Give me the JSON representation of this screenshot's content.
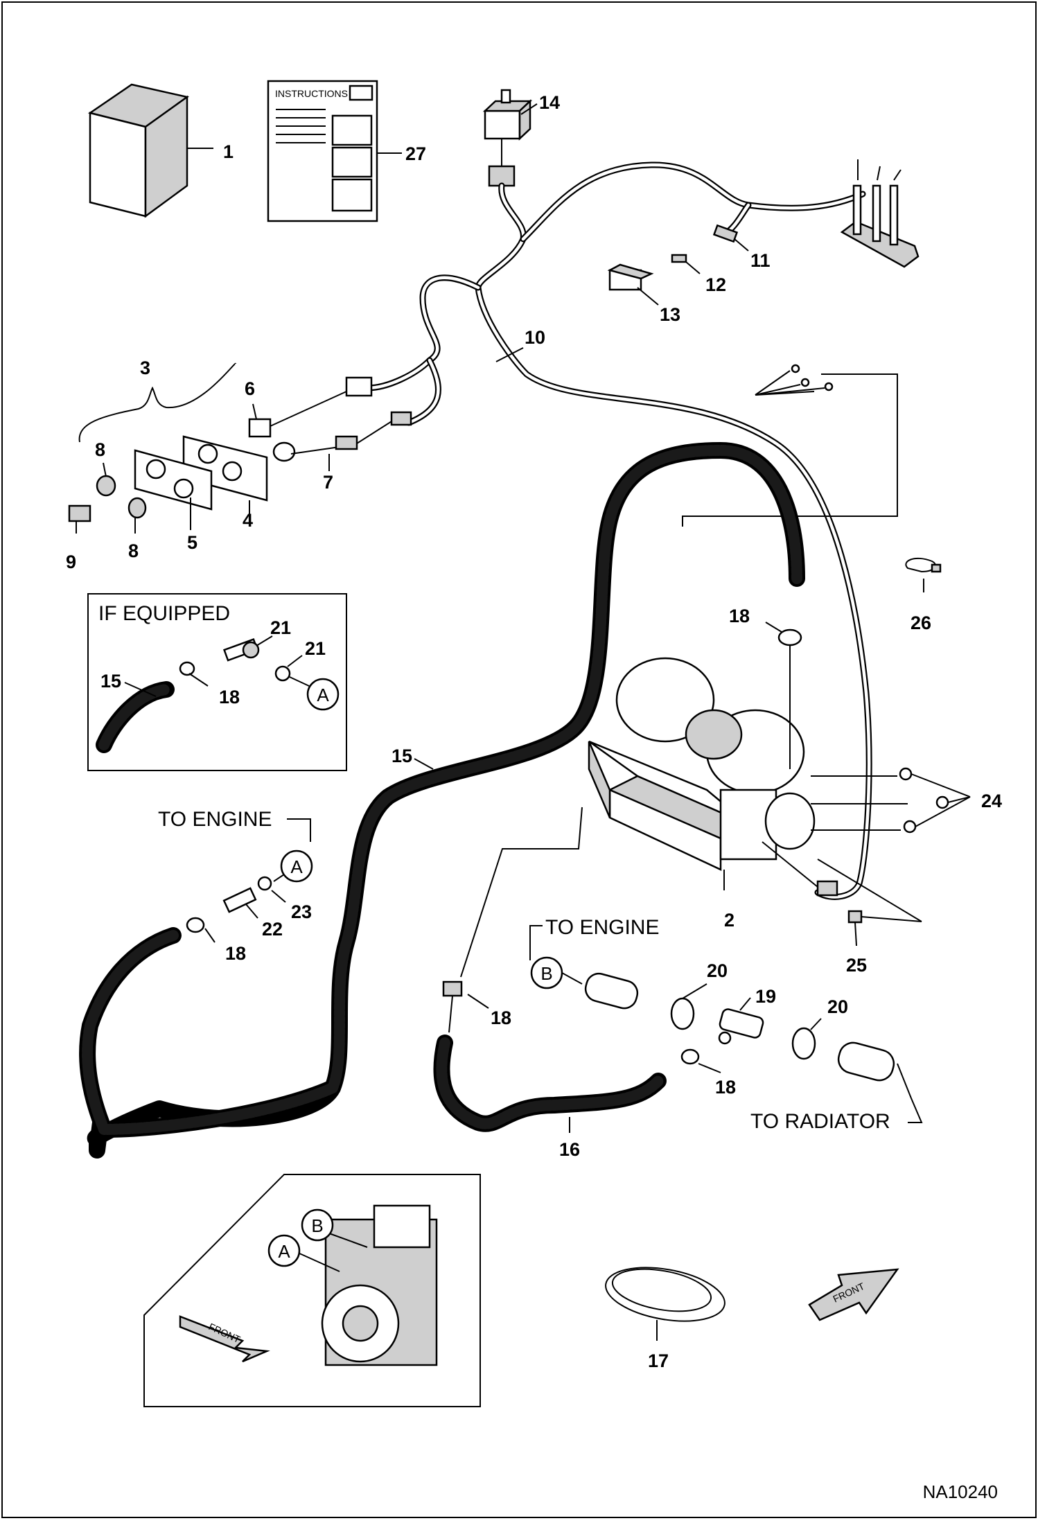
{
  "drawing_id": "NA10240",
  "labels": {
    "if_equipped": "IF EQUIPPED",
    "to_engine_a": "TO ENGINE",
    "to_engine_b": "TO ENGINE",
    "to_radiator": "TO RADIATOR",
    "instructions": "INSTRUCTIONS",
    "front_1": "FRONT",
    "front_2": "FRONT"
  },
  "callouts": {
    "c1": "1",
    "c2": "2",
    "c3": "3",
    "c4": "4",
    "c5": "5",
    "c6": "6",
    "c7": "7",
    "c8a": "8",
    "c8b": "8",
    "c9": "9",
    "c10": "10",
    "c11": "11",
    "c12": "12",
    "c13": "13",
    "c14": "14",
    "c15a": "15",
    "c15b": "15",
    "c16": "16",
    "c17": "17",
    "c18a": "18",
    "c18b": "18",
    "c18c": "18",
    "c18d": "18",
    "c18e": "18",
    "c19": "19",
    "c20a": "20",
    "c20b": "20",
    "c21a": "21",
    "c21b": "21",
    "c22": "22",
    "c23": "23",
    "c24": "24",
    "c25": "25",
    "c26": "26",
    "c27": "27"
  },
  "connection_markers": {
    "a_inset": "A",
    "a_main": "A",
    "b_main": "B",
    "a_engine": "A",
    "b_engine": "B"
  }
}
